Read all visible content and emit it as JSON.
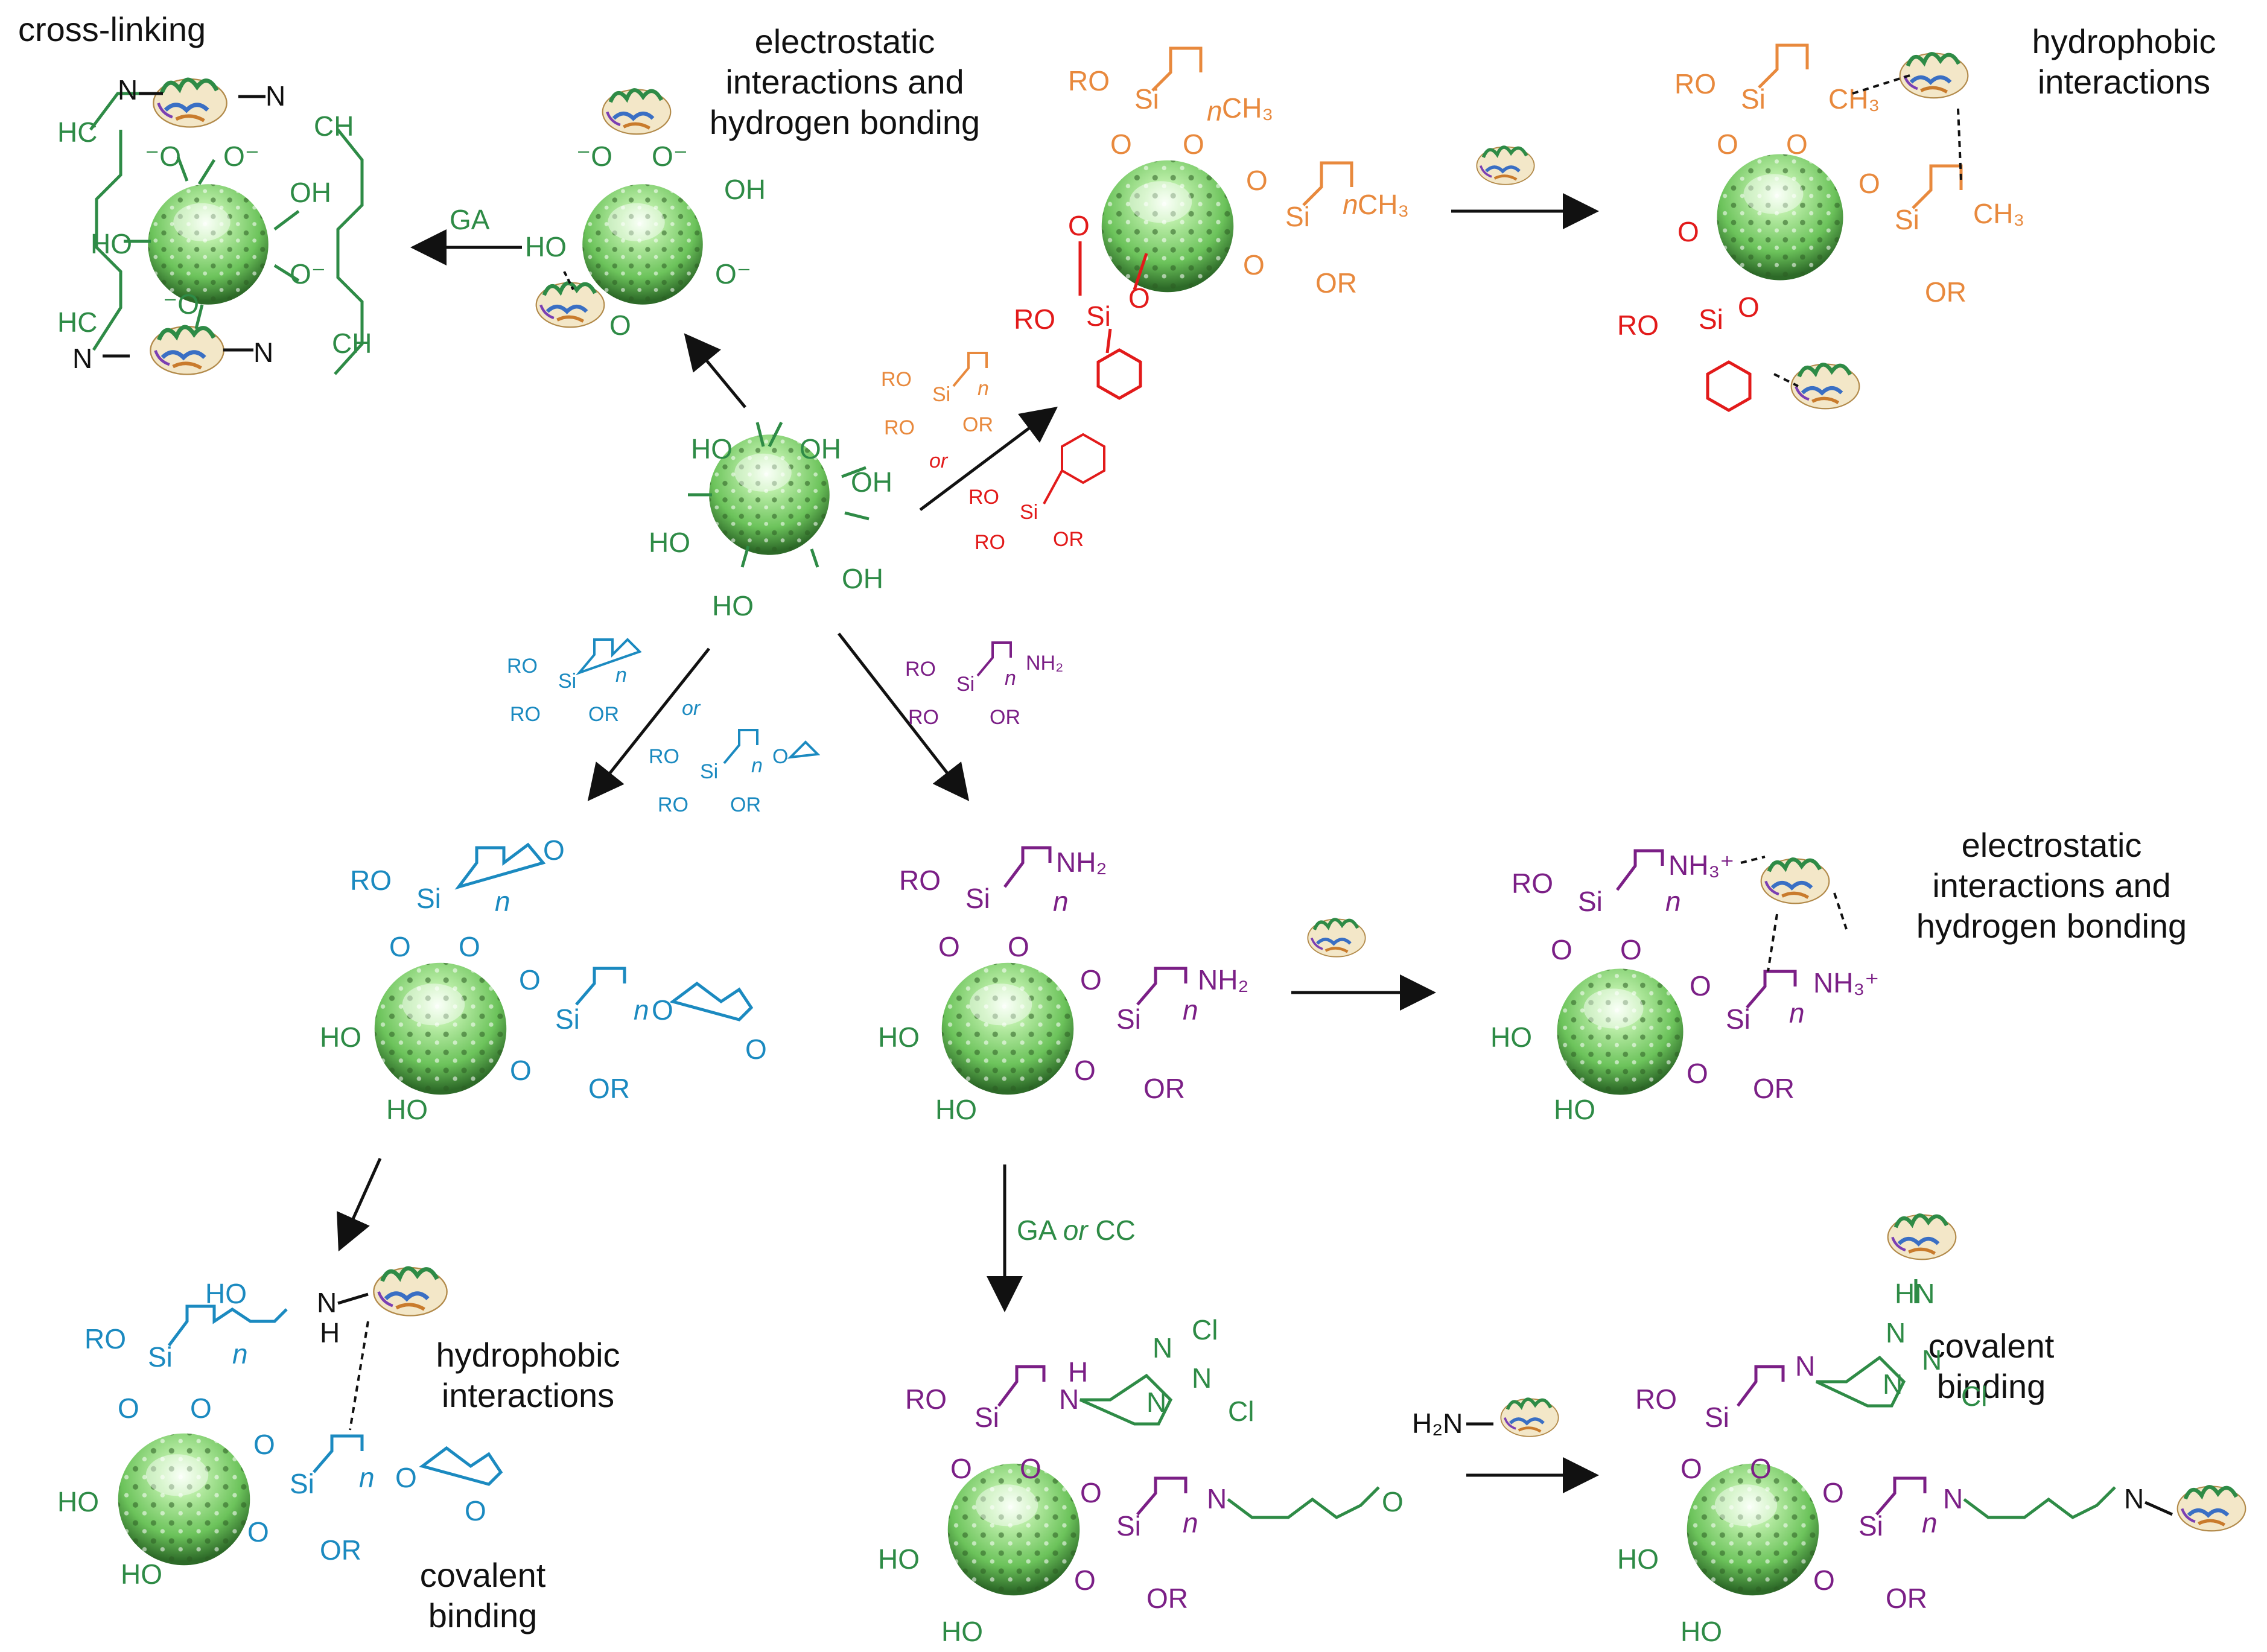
{
  "colors": {
    "green": "#2e8b46",
    "blue": "#1b8ac0",
    "purple": "#7b1f86",
    "orange": "#e8893d",
    "red": "#e21a1a",
    "black": "#111111",
    "sphere_light": "#c9f2b7",
    "sphere_mid": "#7ec86a",
    "sphere_dark": "#2f6b2a"
  },
  "icons": {
    "particle": "mesoporous-silica-sphere-icon",
    "enzyme": "enzyme-protein-icon"
  },
  "captions": {
    "crosslinking": "cross-linking",
    "electrostatic_top": [
      "electrostatic",
      "interactions and",
      "hydrogen bonding"
    ],
    "hydrophobic_top": [
      "hydrophobic",
      "interactions"
    ],
    "electrostatic_right": [
      "electrostatic",
      "interactions and",
      "hydrogen bonding"
    ],
    "hydrophobic_bottom": [
      "hydrophobic",
      "interactions"
    ],
    "covalent_left": [
      "covalent",
      "binding"
    ],
    "covalent_right": [
      "covalent",
      "binding"
    ]
  },
  "reagents": {
    "ga": "GA",
    "ga_or_cc_1": "GA ",
    "ga_or_cc_or": "or",
    "ga_or_cc_2": " CC",
    "or_word": "or",
    "h2n": "H₂N"
  },
  "chem": {
    "OH": "OH",
    "HO": "HO",
    "O": "O",
    "Ominus": "O⁻",
    "minusO": "⁻O",
    "Si": "Si",
    "RO": "RO",
    "OR": "OR",
    "n": "n",
    "CH3": "CH₃",
    "NH2": "NH₂",
    "NH3": "NH₃⁺",
    "N": "N",
    "HN": "HN",
    "H": "H",
    "NH": "N",
    "Cl": "Cl",
    "HC": "HC",
    "CH": "CH"
  }
}
